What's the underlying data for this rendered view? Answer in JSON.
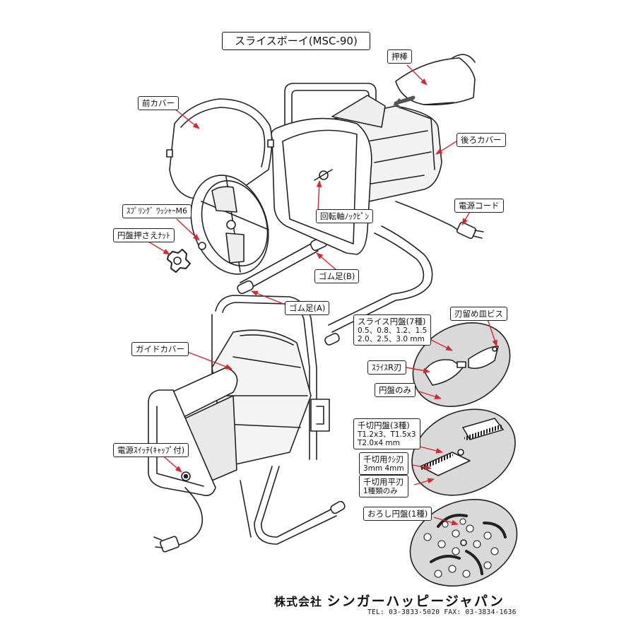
{
  "title": "スライスボーイ(MSC-90)",
  "labels": {
    "push_rod": "押棒",
    "front_cover": "前カバー",
    "rear_cover": "後ろカバー",
    "power_cord": "電源コード",
    "spring_washer": "ｽﾌﾟﾘﾝｸﾞ ﾜｯｼｬｰM6",
    "disc_nut": "円盤押さえﾅｯﾄ",
    "shaft_knock_pin": "回転軸ﾉｯｸﾋﾟﾝ",
    "rubber_foot_b": "ゴム足(B)",
    "rubber_foot_a": "ゴム足(A)",
    "guide_cover": "ガイドカバー",
    "power_switch": "電源ｽｲｯﾁ(ｷｬｯﾌﾟ付)",
    "slice_disc": "スライス円盤(7種)",
    "slice_disc_sizes_1": "0.5、0.8、1.2、1.5",
    "slice_disc_sizes_2": "2.0、2.5、3.0 mm",
    "blade_screw": "刃留め皿ビス",
    "slice_r_blade": "ｽﾗｲｽR刃",
    "disc_only": "円盤のみ",
    "julienne_disc": "千切円盤(3種)",
    "julienne_sizes_1": "T1.2x3、T1.5x3",
    "julienne_sizes_2": "T2.0x4 mm",
    "julienne_comb_blade": "千切用ｸｼ刃",
    "julienne_comb_sizes": "3mm 4mm",
    "julienne_flat_blade": "千切用平刃",
    "julienne_flat_note": "1種類のみ",
    "grater_disc": "おろし円盤(1種)"
  },
  "company": {
    "prefix": "株式会社",
    "name": "シンガーハッピージャパン",
    "tel": "TEL: 03-3833-5020 FAX: 03-3834-1636"
  },
  "colors": {
    "line": "#222222",
    "arrow": "#d8282c",
    "panel": "#e4e4e4",
    "disc": "#d9d9d9"
  }
}
